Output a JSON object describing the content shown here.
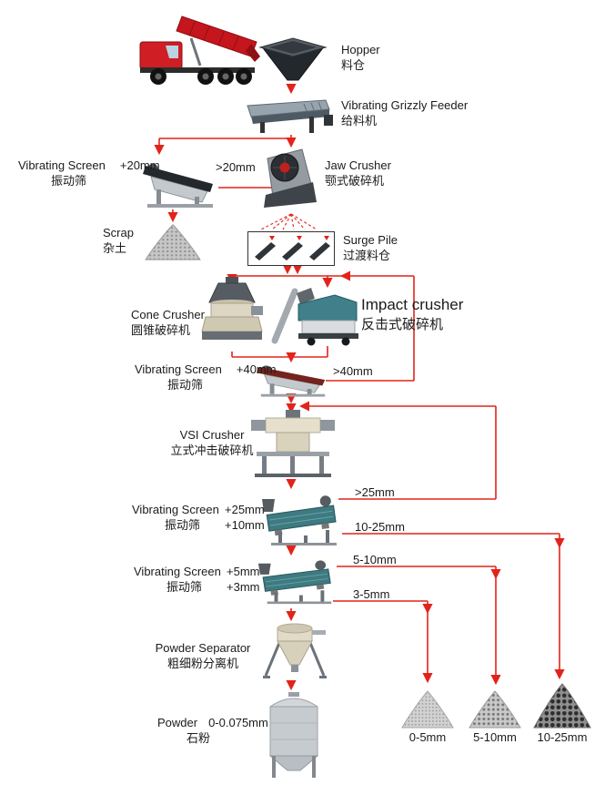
{
  "colors": {
    "flow_line": "#e2231a",
    "text": "#1b1b1b"
  },
  "nodes": {
    "hopper": {
      "en": "Hopper",
      "zh": "料仓"
    },
    "feeder": {
      "en": "Vibrating Grizzly Feeder",
      "zh": "给料机"
    },
    "screen_20": {
      "en": "Vibrating Screen",
      "mesh": "+20mm",
      "zh": "振动筛"
    },
    "jaw_crusher": {
      "en": "Jaw Crusher",
      "zh": "颚式破碎机"
    },
    "scrap": {
      "en": "Scrap",
      "zh": "杂土"
    },
    "surge_pile": {
      "en": "Surge Pile",
      "zh": "过渡料仓"
    },
    "cone_crusher": {
      "en": "Cone Crusher",
      "zh": "圆锥破碎机"
    },
    "impact_crusher": {
      "en": "Impact crusher",
      "zh": "反击式破碎机"
    },
    "screen_40": {
      "en": "Vibrating Screen",
      "mesh": "+40mm",
      "zh": "振动筛"
    },
    "vsi_crusher": {
      "en": "VSI Crusher",
      "zh": "立式冲击破碎机"
    },
    "screen_25_10": {
      "en": "Vibrating Screen",
      "mesh_top": "+25mm",
      "zh": "振动筛",
      "mesh_bottom": "+10mm"
    },
    "screen_5_3": {
      "en": "Vibrating Screen",
      "mesh_top": "+5mm",
      "zh": "振动筛",
      "mesh_bottom": "+3mm"
    },
    "powder_separator": {
      "en": "Powder Separator",
      "zh": "粗细粉分离机"
    },
    "powder_silo": {
      "en": "Powder",
      "range": "0-0.075mm",
      "zh": "石粉"
    }
  },
  "flow_labels": {
    "over_20": ">20mm",
    "over_40": ">40mm",
    "over_25": ">25mm",
    "range_10_25": "10-25mm",
    "range_5_10": "5-10mm",
    "range_3_5": "3-5mm"
  },
  "product_piles": [
    {
      "label": "0-5mm"
    },
    {
      "label": "5-10mm"
    },
    {
      "label": "10-25mm"
    }
  ]
}
